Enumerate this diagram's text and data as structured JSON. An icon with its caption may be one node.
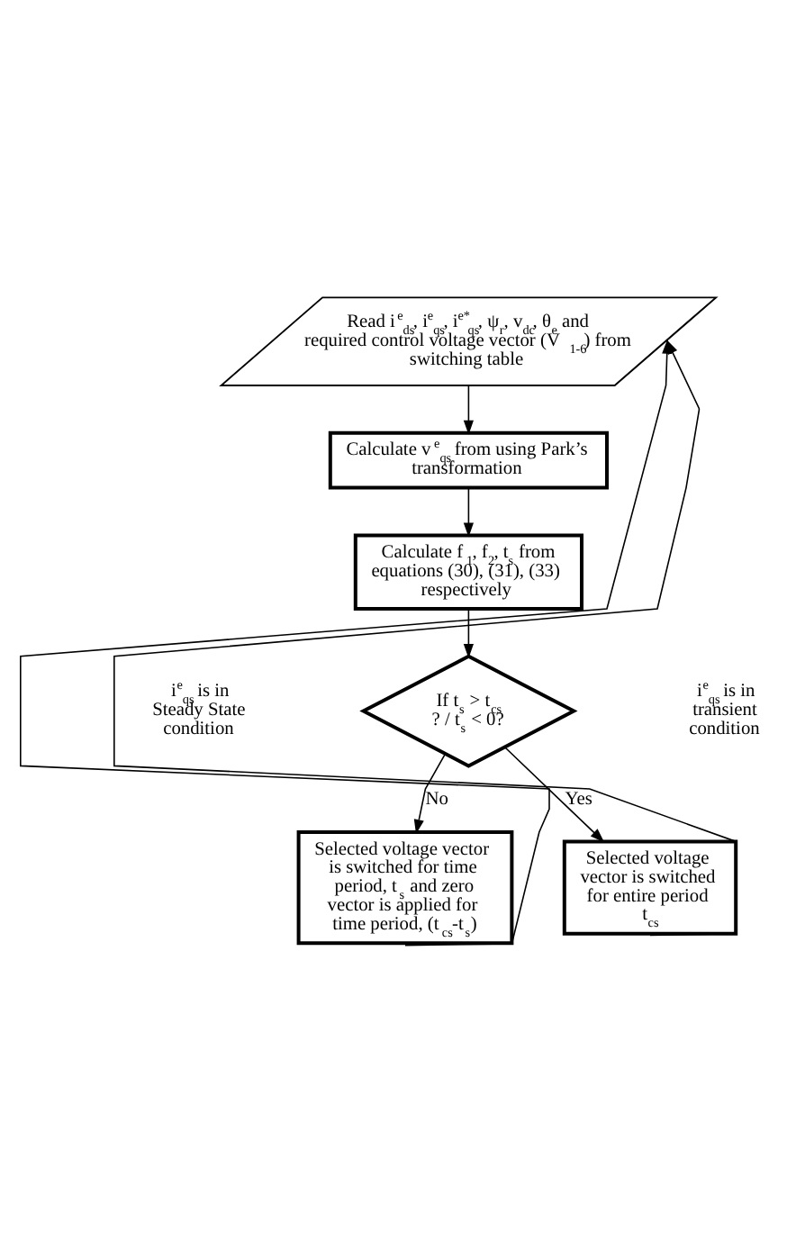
{
  "diagram": {
    "nodes": [
      {
        "text": [
          "Read i$^{e}$$_{ds}$, i$^{e}$$_{qs}$, i$^{e*}$$_{qs}$, ψ$_{r}$, v$_{dc}$, θ$_{e}$ and required control voltage vector (V$_{1-6}$) from switching table"
        ]
      },
      {
        "text": [
          "Calculate v$^{e}$$_{qs}$ from using Park’s transformation"
        ]
      },
      {
        "text": [
          "Calculate f$_{1}$, f$_{2}$, t$_{s}$ from equations (30), (31), (33) respectively"
        ]
      },
      {
        "text": [
          "If t$_{s}$ > t$_{cs}$ ? / t$_{s}$ < 0?"
        ]
      },
      {
        "text": [
          "Selected voltage vector is switched for time period, t$_{s}$ and zero vector is applied for time period, (t$_{cs}$-t$_{s}$)"
        ]
      },
      {
        "text": [
          "Selected voltage vector is switched for entire period t$_{cs}$"
        ]
      }
    ],
    "edges": [
      {
        "from": 0,
        "to": 1,
        "arrow": "to"
      },
      {
        "from": 1,
        "to": 2,
        "arrow": "to"
      },
      {
        "from": 2,
        "to": 3,
        "arrow": "to"
      },
      {
        "from": 3,
        "to": 4,
        "arrow": "to",
        "label": "No"
      },
      {
        "from": 3,
        "to": 5,
        "arrow": "to",
        "label": "Yes"
      },
      {
        "from": 4,
        "to": 0,
        "arrow": "to"
      },
      {
        "from": 5,
        "to": 0,
        "arrow": "to"
      }
    ],
    "labels": [
      "i$^{e}$$_{qs}$ is in Steady State condition",
      "i$^{e}$$_{qs}$ is in transient condition"
    ]
  }
}
